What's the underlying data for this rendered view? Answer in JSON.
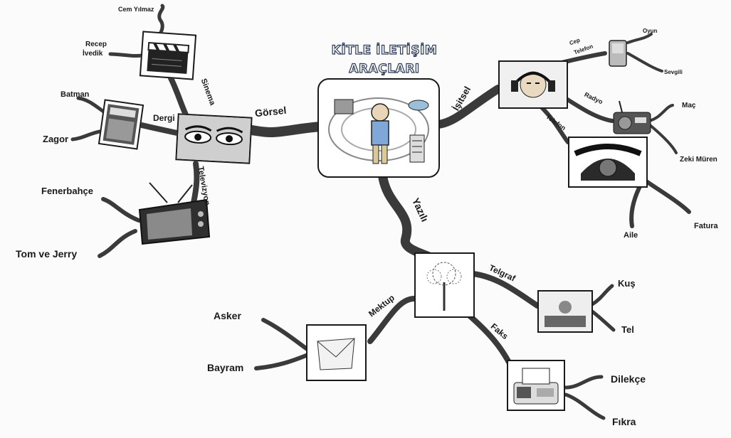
{
  "title": {
    "line1": "KİTLE İLETİŞİM",
    "line2": "ARAÇLARI"
  },
  "branches": {
    "gorsel": "Görsel",
    "isitsel": "İşitsel",
    "yazili": "Yazılı"
  },
  "gorsel": {
    "sinema": {
      "label": "Sinema",
      "items": [
        "Cem Yılmaz",
        "Recep",
        "İvedik"
      ]
    },
    "dergi": {
      "label": "Dergi",
      "items": [
        "Batman",
        "Zagor"
      ]
    },
    "televizyon": {
      "label": "Televizyon",
      "items": [
        "Fenerbahçe",
        "Tom ve Jerry"
      ]
    }
  },
  "isitsel": {
    "cep_telefon": {
      "label_line1": "Cep",
      "label_line2": "Telefon",
      "items": [
        "Oyun",
        "Sevgili"
      ]
    },
    "radyo": {
      "label": "Radyo",
      "items": [
        "Maç",
        "Zeki Müren"
      ]
    },
    "telefon": {
      "label": "Telefon",
      "items": [
        "Aile",
        "Fatura"
      ]
    }
  },
  "yazili": {
    "telgraf": {
      "label": "Telgraf",
      "items": [
        "Kuş",
        "Tel"
      ]
    },
    "faks": {
      "label": "Faks",
      "items": [
        "Dilekçe",
        "Fıkra"
      ]
    },
    "mektup": {
      "label": "Mektup",
      "items": [
        "Asker",
        "Bayram"
      ]
    }
  }
}
